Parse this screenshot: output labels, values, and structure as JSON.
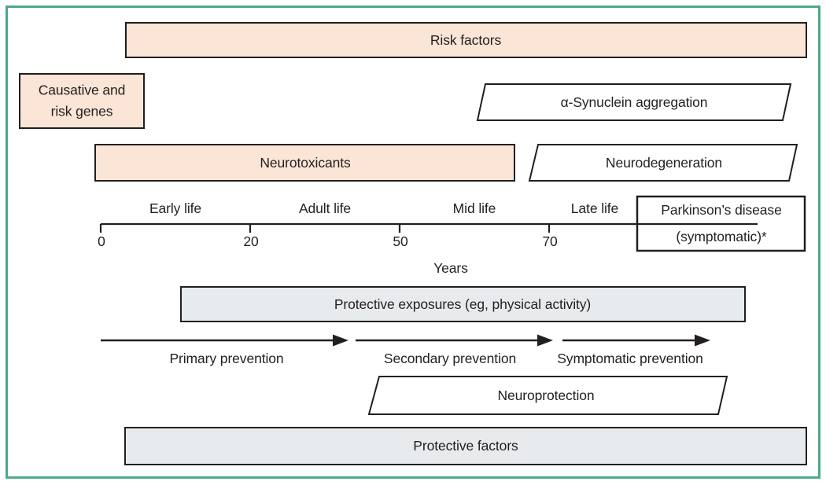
{
  "colors": {
    "risk_fill": "#fbe5d6",
    "protective_fill": "#e8ebed",
    "shape_white_fill": "#ffffff",
    "outline": "#231f20",
    "frame_border": "#4ca98c"
  },
  "risk_section": {
    "risk_factors_label": "Risk factors",
    "causative_genes": {
      "line1": "Causative and",
      "line2": "risk genes"
    },
    "alpha_synuclein_label": "α-Synuclein aggregation",
    "neurotoxicants_label": "Neurotoxicants",
    "neurodegeneration_label": "Neurodegeneration"
  },
  "timeline": {
    "stage_labels": [
      "Early life",
      "Adult life",
      "Mid life",
      "Late life"
    ],
    "tick_values": [
      "0",
      "20",
      "50",
      "70"
    ],
    "axis_label": "Years",
    "outcome_box": {
      "line1": "Parkinson’s disease",
      "line2": "(symptomatic)*"
    }
  },
  "prevention": {
    "arrows": [
      "Primary prevention",
      "Secondary prevention",
      "Symptomatic prevention"
    ]
  },
  "protective_section": {
    "protective_exposures_label": "Protective exposures (eg, physical activity)",
    "neuroprotection_label": "Neuroprotection",
    "protective_factors_label": "Protective factors"
  }
}
